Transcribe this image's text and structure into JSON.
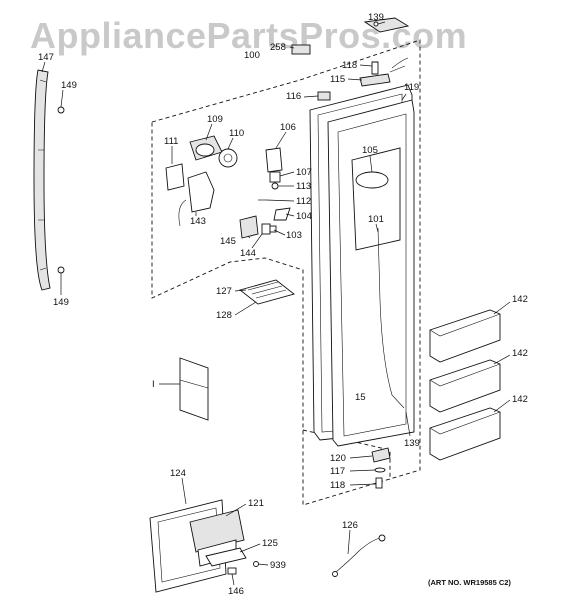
{
  "watermark": "AppliancePartsPros.com",
  "art_number": "(ART NO. WR19585 C2)",
  "callouts": [
    "147",
    "149",
    "149",
    "139",
    "258",
    "118",
    "100",
    "115",
    "116",
    "119",
    "109",
    "110",
    "111",
    "106",
    "105",
    "107",
    "113",
    "112",
    "101",
    "104",
    "143",
    "103",
    "145",
    "144",
    "142",
    "127",
    "128",
    "142",
    "I",
    "142",
    "15",
    "120",
    "117",
    "118",
    "139",
    "124",
    "121",
    "125",
    "939",
    "146",
    "126"
  ]
}
